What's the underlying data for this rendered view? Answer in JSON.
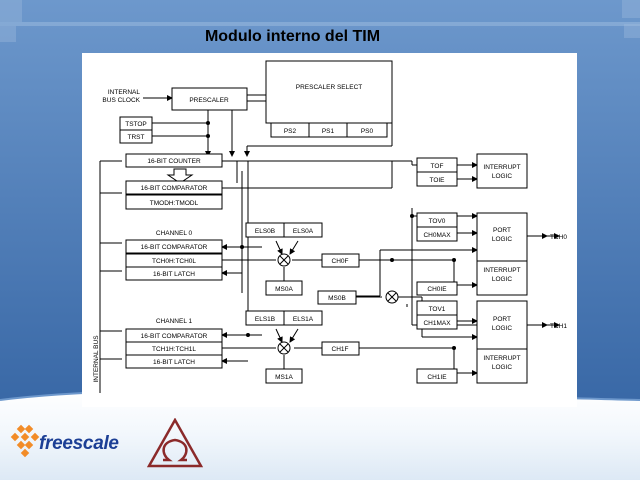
{
  "slide": {
    "title": "Modulo interno del TIM"
  },
  "diagram": {
    "internal_bus_clock_1": "INTERNAL",
    "internal_bus_clock_2": "BUS CLOCK",
    "prescaler": "PRESCALER",
    "prescaler_select": "PRESCALER SELECT",
    "ps2": "PS2",
    "ps1": "PS1",
    "ps0": "PS0",
    "tstop": "TSTOP",
    "trst": "TRST",
    "counter": "16-BIT COUNTER",
    "tof": "TOF",
    "toie": "TOIE",
    "interrupt_logic_1": "INTERRUPT",
    "interrupt_logic_2": "LOGIC",
    "comparator": "16-BIT COMPARATOR",
    "tmod": "TMODH:TMODL",
    "tov0": "TOV0",
    "ch0max": "CH0MAX",
    "port_logic_1": "PORT",
    "port_logic_2": "LOGIC",
    "tch0": "TCH0",
    "channel0": "CHANNEL 0",
    "els0b": "ELS0B",
    "els0a": "ELS0A",
    "tch0h": "TCH0H:TCH0L",
    "latch": "16-BIT LATCH",
    "ch0f": "CH0F",
    "ch0ie": "CH0IE",
    "ms0a": "MS0A",
    "ms0b": "MS0B",
    "tov1": "TOV1",
    "ch1max": "CH1MAX",
    "tch1": "TCH1",
    "channel1": "CHANNEL 1",
    "els1b": "ELS1B",
    "els1a": "ELS1A",
    "tch1h": "TCH1H:TCH1L",
    "ch1f": "CH1F",
    "ch1ie": "CH1IE",
    "ms1a": "MS1A",
    "internal_bus": "INTERNAL BUS"
  },
  "branding": {
    "company": "freescale"
  }
}
